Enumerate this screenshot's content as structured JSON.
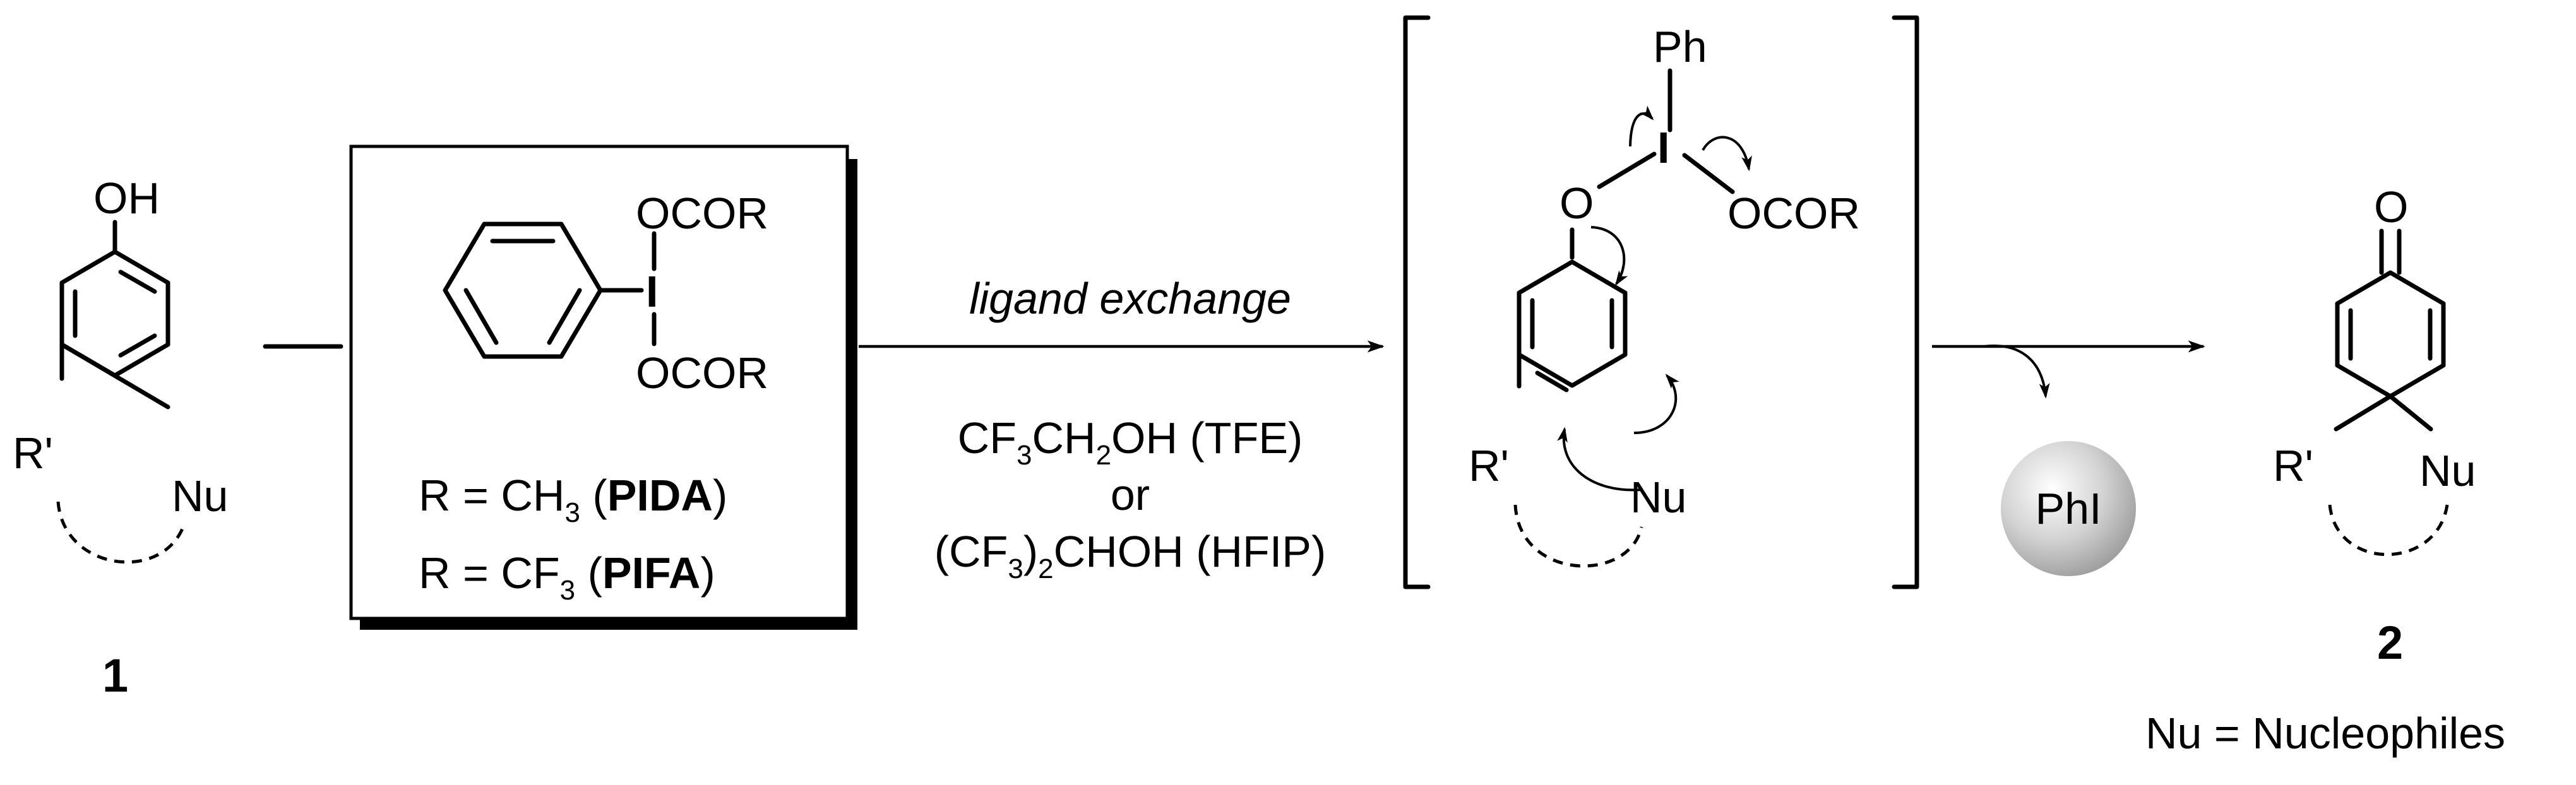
{
  "compound1": {
    "number": "1",
    "oh": "OH",
    "r_prime": "R'",
    "nu": "Nu"
  },
  "reagent_box": {
    "top_substituent": "OCOR",
    "bottom_substituent": "OCOR",
    "iodine": "I",
    "pida_line": {
      "lead": "R = CH",
      "sub": "3",
      "open": " (",
      "bold": "PIDA",
      "close": ")"
    },
    "pifa_line": {
      "lead": "R = CF",
      "sub": "3",
      "open": " (",
      "bold": "PIFA",
      "close": ")"
    }
  },
  "arrow1": {
    "above": "ligand exchange",
    "solvent1": {
      "a": "CF",
      "a_sub": "3",
      "b": "CH",
      "b_sub": "2",
      "c": "OH (TFE)"
    },
    "or": "or",
    "solvent2": {
      "a": "(CF",
      "a_sub": "3",
      "b": ")",
      "b_sub": "2",
      "c": "CHOH (HFIP)"
    }
  },
  "intermediate": {
    "ph": "Ph",
    "iodine": "I",
    "oxygen": "O",
    "ocor": "OCOR",
    "r_prime": "R'",
    "nu": "Nu"
  },
  "byproduct": {
    "label": "PhI"
  },
  "compound2": {
    "number": "2",
    "oxygen": "O",
    "r_prime": "R'",
    "nu": "Nu"
  },
  "footnote": "Nu = Nucleophiles"
}
